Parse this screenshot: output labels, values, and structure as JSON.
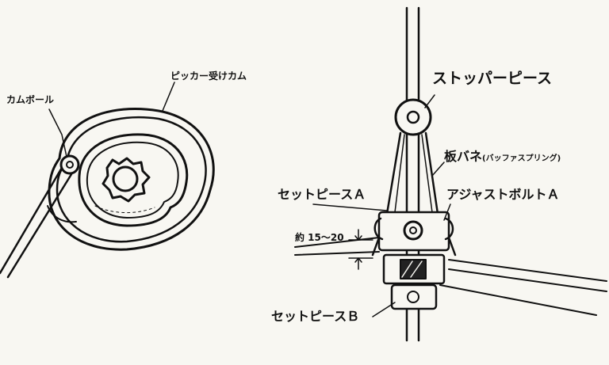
{
  "labels": {
    "cam_ball": "カムボール",
    "picker_cam": "ピッカー受けカム",
    "stopper_piece": "ストッパーピース",
    "leaf_spring": "板バネ",
    "leaf_spring_sub": "(バッファスプリング)",
    "set_piece_a": "セットピースＡ",
    "adjust_bolt_a": "アジャストボルトＡ",
    "dimension": "約 15～20",
    "set_piece_b": "セットピースＢ"
  }
}
